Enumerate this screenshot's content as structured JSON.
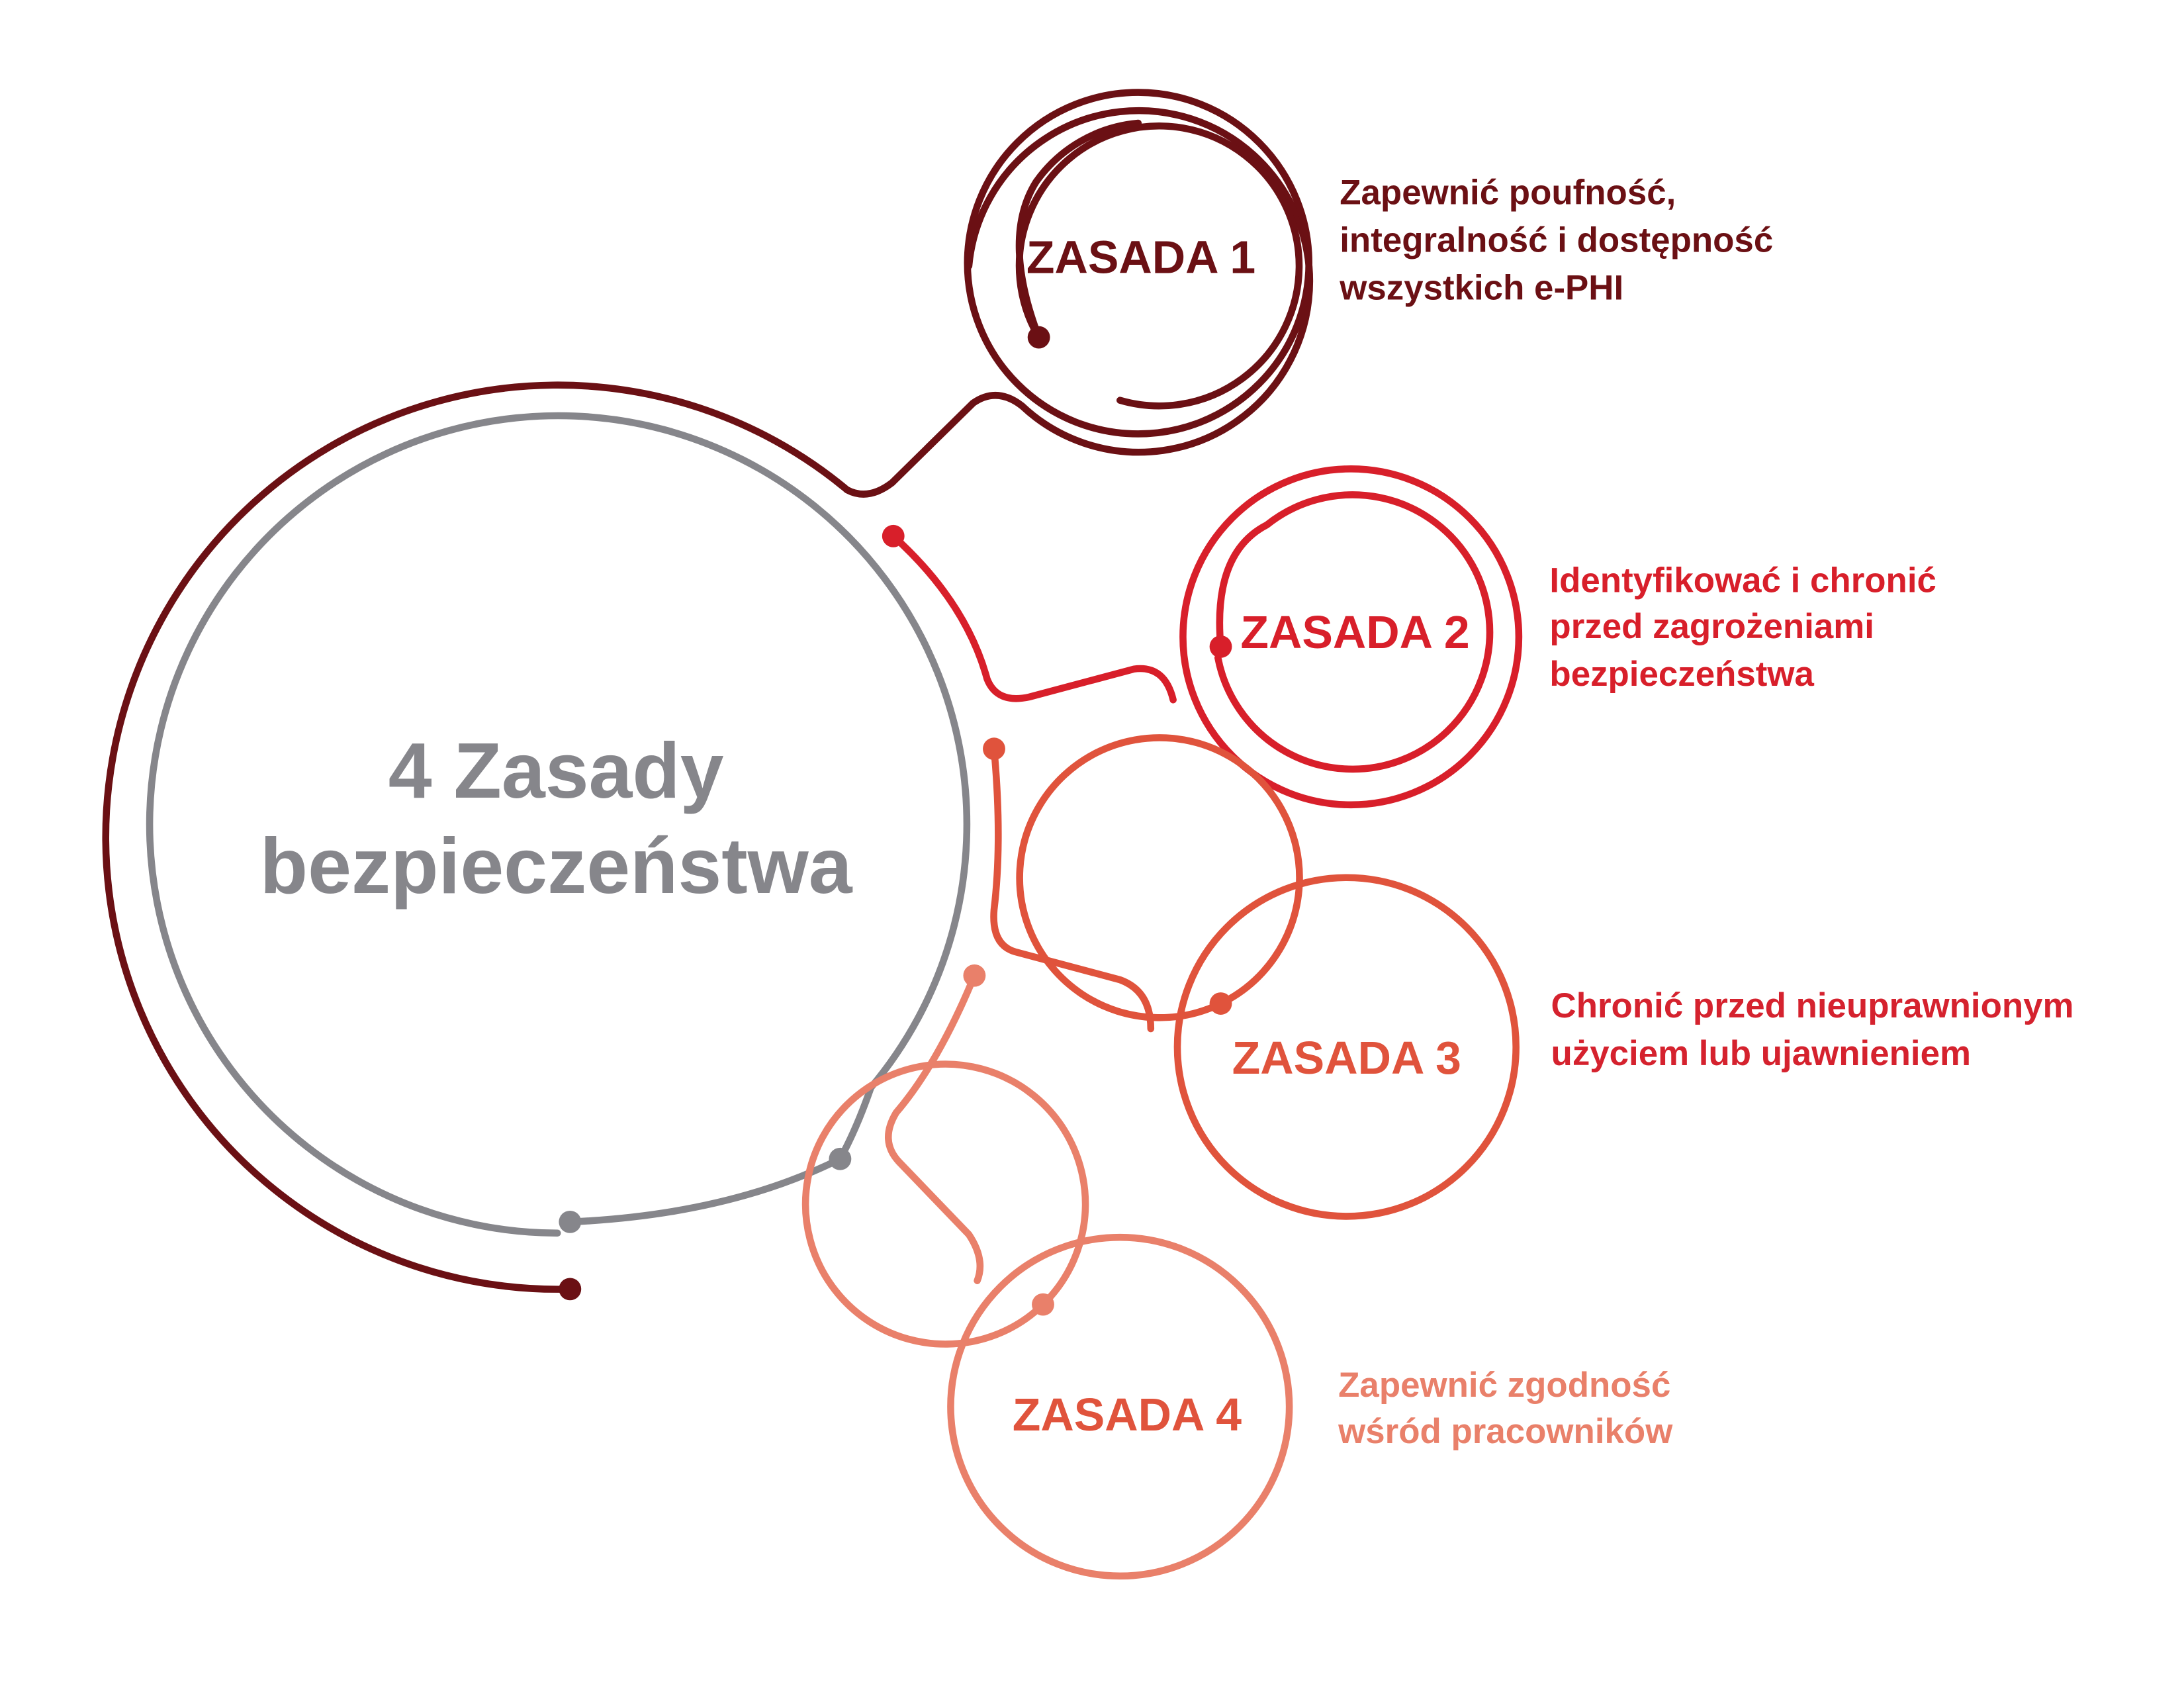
{
  "center": {
    "title_line1": "4 Zasady",
    "title_line2": "bezpieczeństwa"
  },
  "principles": [
    {
      "label": "ZASADA 1",
      "lines": [
        "Zapewnić poufność,",
        "integralność i dostępność",
        "wszystkich e-PHI"
      ],
      "color": "#6b1014"
    },
    {
      "label": "ZASADA 2",
      "lines": [
        "Identyfikować i chronić",
        "przed zagrożeniami",
        "bezpieczeństwa"
      ],
      "color": "#d81f2a"
    },
    {
      "label": "ZASADA 3",
      "lines": [
        "Chronić przed nieuprawnionym",
        "użyciem lub ujawnieniem"
      ],
      "color": "#e0533c",
      "text_color": "#d5222e"
    },
    {
      "label": "ZASADA 4",
      "lines": [
        "Zapewnić zgodność",
        "wśród pracowników"
      ],
      "color": "#e9806a"
    }
  ],
  "colors": {
    "center": "#86868b",
    "background": "#ffffff"
  }
}
